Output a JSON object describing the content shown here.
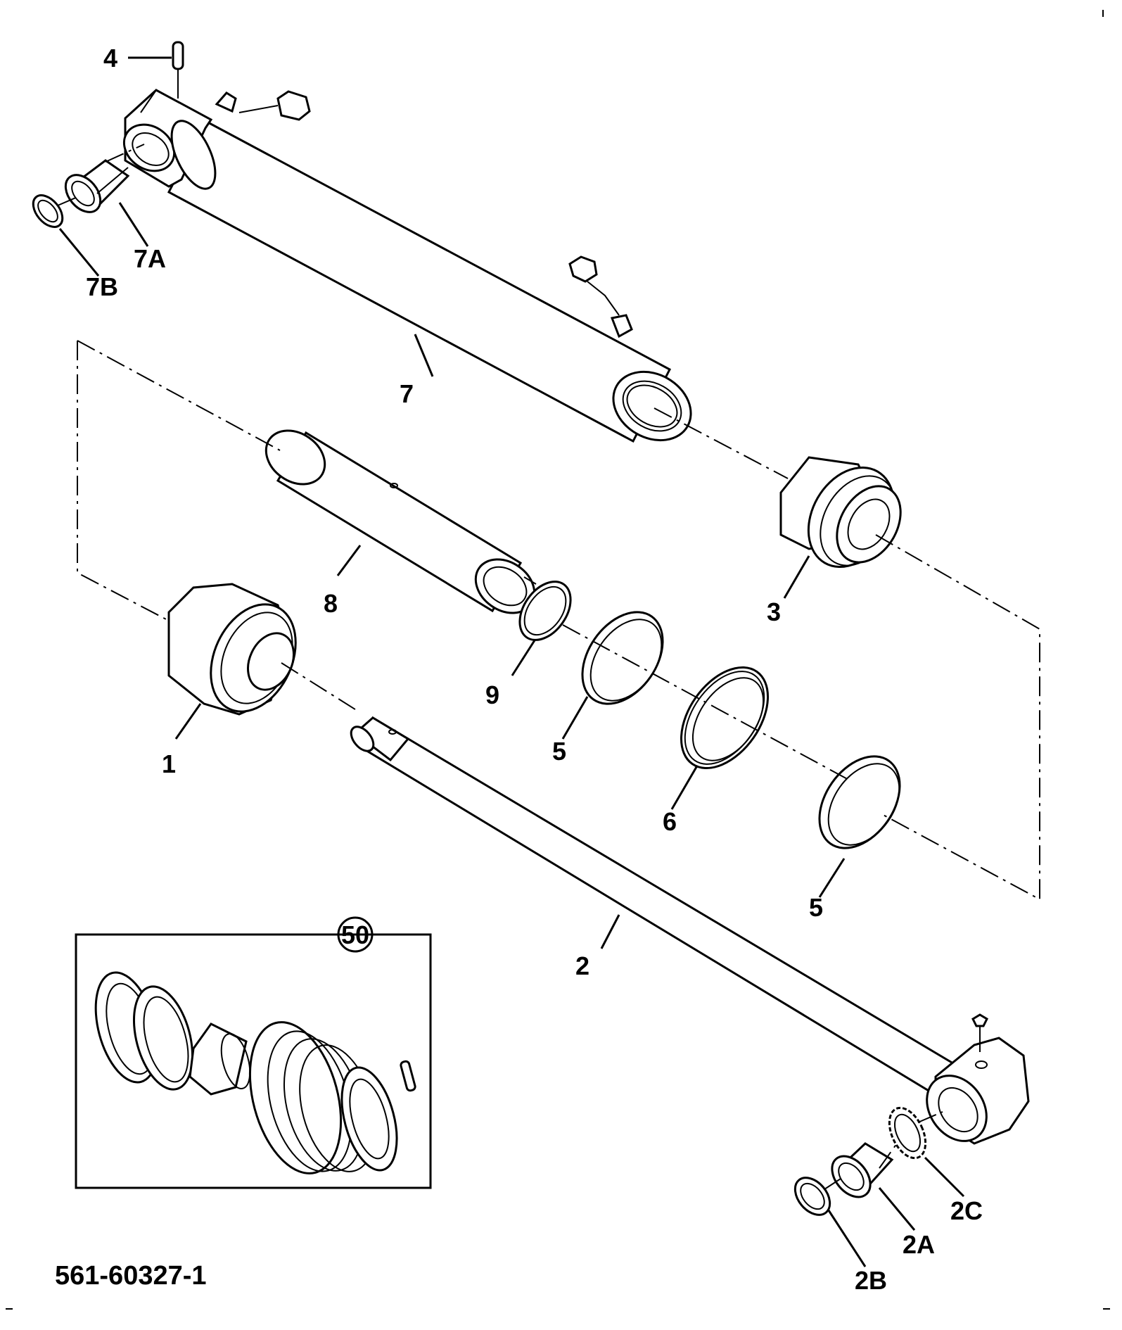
{
  "drawing": {
    "code": "561-60327-1",
    "kit_label": "50"
  },
  "parts": [
    {
      "ref": "1"
    },
    {
      "ref": "2"
    },
    {
      "ref": "2A"
    },
    {
      "ref": "2B"
    },
    {
      "ref": "2C"
    },
    {
      "ref": "3"
    },
    {
      "ref": "4"
    },
    {
      "ref": "5"
    },
    {
      "ref": "5"
    },
    {
      "ref": "6"
    },
    {
      "ref": "7"
    },
    {
      "ref": "7A"
    },
    {
      "ref": "7B"
    },
    {
      "ref": "8"
    },
    {
      "ref": "9"
    }
  ]
}
